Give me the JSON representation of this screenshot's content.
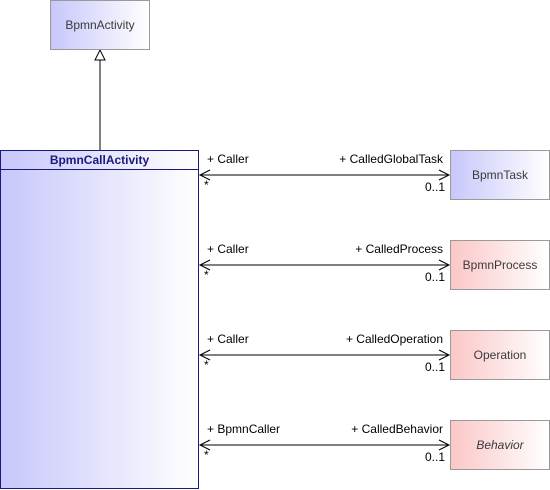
{
  "classes": {
    "parent": "BpmnActivity",
    "main": "BpmnCallActivity"
  },
  "associations": [
    {
      "source_role": "+ Caller",
      "target_role": "+ CalledGlobalTask",
      "source_mult": "*",
      "target_mult": "0..1",
      "target": "BpmnTask",
      "target_color": "blue",
      "target_abstract": false
    },
    {
      "source_role": "+ Caller",
      "target_role": "+ CalledProcess",
      "source_mult": "*",
      "target_mult": "0..1",
      "target": "BpmnProcess",
      "target_color": "red",
      "target_abstract": false
    },
    {
      "source_role": "+ Caller",
      "target_role": "+ CalledOperation",
      "source_mult": "*",
      "target_mult": "0..1",
      "target": "Operation",
      "target_color": "red",
      "target_abstract": false
    },
    {
      "source_role": "+ BpmnCaller",
      "target_role": "+ CalledBehavior",
      "source_mult": "*",
      "target_mult": "0..1",
      "target": "Behavior",
      "target_color": "red",
      "target_abstract": true
    }
  ]
}
